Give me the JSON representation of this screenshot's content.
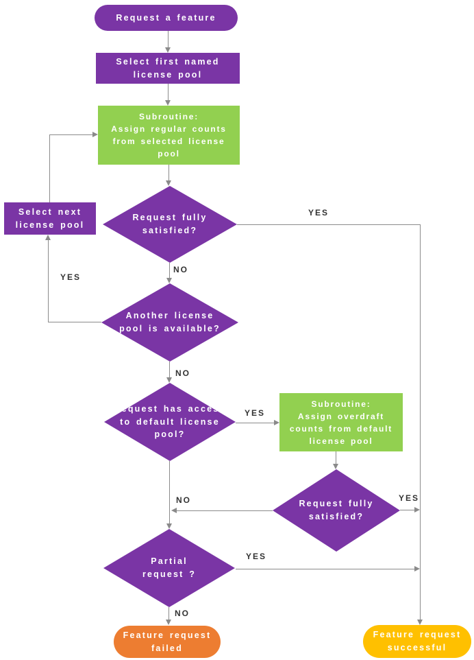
{
  "colors": {
    "bg": "#ffffff",
    "purple": "#7A35A5",
    "green": "#92D050",
    "orange": "#ED7D31",
    "amber": "#FFC000",
    "line": "#8a8a8a",
    "label": "#333333"
  },
  "diagram": {
    "nodes": {
      "start": {
        "type": "terminator",
        "label": "Request a feature"
      },
      "select_first": {
        "type": "process",
        "label": "Select first named license pool"
      },
      "sub_regular": {
        "type": "subroutine",
        "label": "Subroutine:\nAssign regular counts from selected license pool"
      },
      "d1": {
        "type": "decision",
        "label": "Request fully satisfied?"
      },
      "select_next": {
        "type": "process",
        "label": "Select next license pool"
      },
      "d2": {
        "type": "decision",
        "label": "Another license pool is available?"
      },
      "d3": {
        "type": "decision",
        "label": "Request has access to default license pool?"
      },
      "sub_overdraft": {
        "type": "subroutine",
        "label": "Subroutine:\nAssign overdraft counts from default license pool"
      },
      "d4": {
        "type": "decision",
        "label": "Request fully satisfied?"
      },
      "d5": {
        "type": "decision",
        "label": "Partial request ?"
      },
      "fail": {
        "type": "terminator",
        "label": "Feature request failed"
      },
      "success": {
        "type": "terminator",
        "label": "Feature request successful"
      }
    },
    "edge_labels": {
      "d1_yes": "YES",
      "d1_no": "NO",
      "d2_yes": "YES",
      "d2_no": "NO",
      "d3_yes": "YES",
      "d4_no": "NO",
      "d4_yes": "YES",
      "d5_yes": "YES",
      "d5_no": "NO"
    }
  }
}
